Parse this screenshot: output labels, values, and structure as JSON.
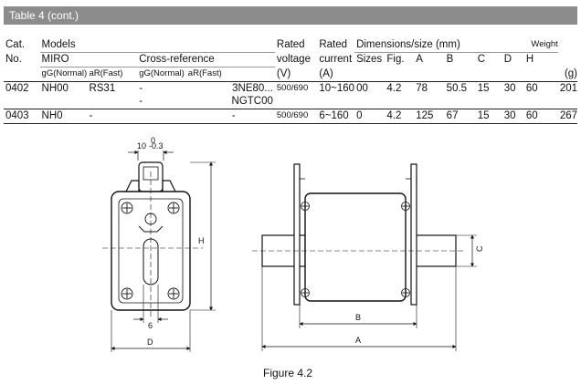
{
  "table": {
    "title": "Table 4 (cont.)",
    "headers": {
      "cat": "Cat.",
      "no": "No.",
      "models": "Models",
      "miro": "MIRO",
      "cross_ref": "Cross-reference",
      "gg_normal": "gG(Normal)",
      "ar_fast": "aR(Fast)",
      "rated1": "Rated",
      "voltage": "voltage",
      "voltage_unit": "(V)",
      "rated2": "Rated",
      "current": "current",
      "current_unit": "(A)",
      "dimensions": "Dimensions/size (mm)",
      "sizes": "Sizes",
      "fig": "Fig.",
      "a": "A",
      "b": "B",
      "c": "C",
      "d": "D",
      "h": "H",
      "weight": "Weight",
      "weight_unit": "(g)"
    },
    "rows": [
      {
        "cat": "0402",
        "miro_gg": "NH00",
        "miro_ar": "RS31",
        "cross_gg": "-",
        "cross_gg2": "-",
        "cross_ar": "3NE80...",
        "cross_ar2": "NGTC00",
        "voltage": "500/690",
        "current": "10~160",
        "size": "00",
        "fig": "4.2",
        "a": "78",
        "b": "50.5",
        "c": "15",
        "d": "30",
        "h": "60",
        "weight": "201"
      },
      {
        "cat": "0403",
        "miro_gg": "NH0",
        "miro_ar": "-",
        "cross_gg": "",
        "cross_gg2": "",
        "cross_ar": "-",
        "cross_ar2": "",
        "voltage": "500/690",
        "current": "6~160",
        "size": "0",
        "fig": "4.2",
        "a": "125",
        "b": "67",
        "c": "15",
        "d": "30",
        "h": "60",
        "weight": "267"
      }
    ]
  },
  "figure": {
    "dim_10": "10",
    "tol_upper": "0",
    "tol_lower": "-0.3",
    "label_h": "H",
    "label_6": "6",
    "label_d": "D",
    "label_b": "B",
    "label_a": "A",
    "label_c": "C",
    "caption": "Figure 4.2"
  }
}
